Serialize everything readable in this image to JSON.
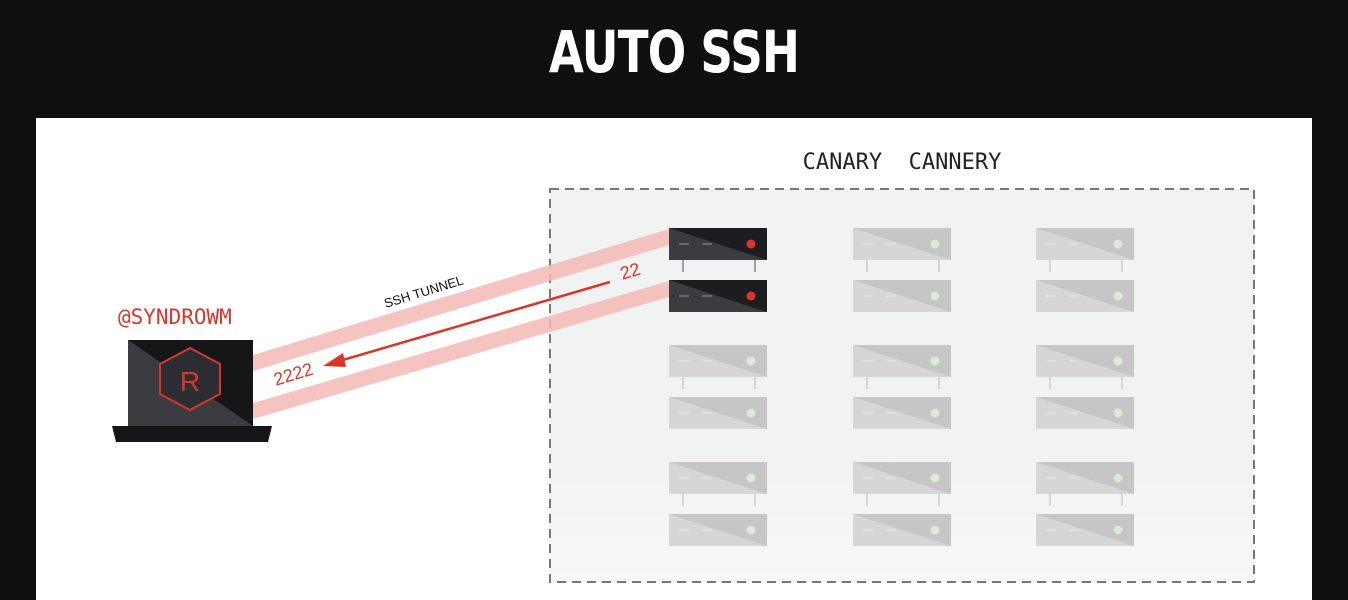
{
  "title": "AUTO SSH",
  "diagram": {
    "network_label": "CANARY  CANNERY",
    "user_label": "@SYNDROWM",
    "logo_letter": "R",
    "tunnel_label": "SSH TUNNEL",
    "remote_port": "22",
    "local_port": "2222",
    "colors": {
      "accent": "#d9362b",
      "tunnel": "#f3b9b5",
      "server_dark": "#1c1d20",
      "server_idle": "#cfcfcf",
      "led_idle": "#d7ecd2"
    },
    "server_grid": [
      [
        "active",
        "inactive",
        "inactive"
      ],
      [
        "active",
        "inactive",
        "inactive"
      ],
      [
        "inactive",
        "inactive",
        "inactive"
      ],
      [
        "inactive",
        "inactive",
        "inactive"
      ],
      [
        "inactive",
        "inactive",
        "inactive"
      ],
      [
        "inactive",
        "inactive",
        "inactive"
      ]
    ]
  }
}
